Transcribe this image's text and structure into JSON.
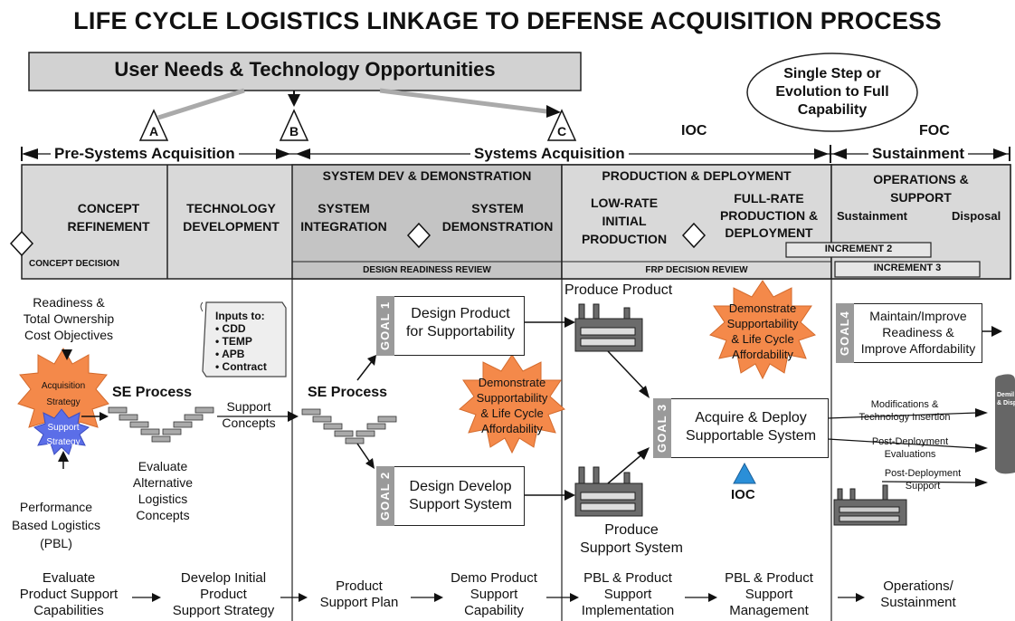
{
  "title": "LIFE CYCLE LOGISTICS LINKAGE TO DEFENSE ACQUISITION PROCESS",
  "user_needs": "User Needs & Technology Opportunities",
  "single_step": [
    "Single Step or",
    "Evolution to Full",
    "Capability"
  ],
  "milestones": {
    "a": "A",
    "b": "B",
    "c": "C"
  },
  "ioc_top": "IOC",
  "foc_top": "FOC",
  "phases": {
    "pre_systems": "Pre-Systems  Acquisition",
    "systems": "Systems  Acquisition",
    "sustainment": "Sustainment"
  },
  "blocks": {
    "concept_refinement": [
      "CONCEPT",
      "REFINEMENT"
    ],
    "concept_decision": "CONCEPT DECISION",
    "tech_dev": [
      "TECHNOLOGY",
      "DEVELOPMENT"
    ],
    "sdd_header": "SYSTEM DEV & DEMONSTRATION",
    "sys_integration": [
      "SYSTEM",
      "INTEGRATION"
    ],
    "sys_demonstration": [
      "SYSTEM",
      "DEMONSTRATION"
    ],
    "design_readiness": "DESIGN READINESS REVIEW",
    "pd_header": "PRODUCTION  & DEPLOYMENT",
    "lrip": [
      "LOW-RATE",
      "INITIAL",
      "PRODUCTION"
    ],
    "full_rate": [
      "FULL-RATE",
      "PRODUCTION  &",
      "DEPLOYMENT"
    ],
    "frp_review": "FRP DECISION REVIEW",
    "ops_support": [
      "OPERATIONS &",
      "SUPPORT"
    ],
    "sustainment_sub": "Sustainment",
    "disposal": "Disposal",
    "increment2": "INCREMENT 2",
    "increment3": "INCREMENT 3"
  },
  "left": {
    "readiness": [
      "Readiness &",
      "Total Ownership",
      "Cost Objectives"
    ],
    "acq_strategy": [
      "Acquisition",
      "Strategy"
    ],
    "support_strategy": [
      "Support",
      "Strategy"
    ],
    "pbl": [
      "Performance",
      "Based Logistics",
      "(PBL)"
    ],
    "se_process_1": "SE Process",
    "evaluate_alt": [
      "Evaluate",
      "Alternative",
      "Logistics",
      "Concepts"
    ],
    "inputs_title": "Inputs to:",
    "inputs": [
      "• CDD",
      "• TEMP",
      "• APB",
      "• Contract"
    ],
    "support_concepts": [
      "Support",
      "Concepts"
    ]
  },
  "middle": {
    "se_process_2": "SE Process",
    "goal1_tab": "GOAL 1",
    "goal1": [
      "Design Product",
      "for Supportability"
    ],
    "goal2_tab": "GOAL 2",
    "goal2": [
      "Design Develop",
      "Support System"
    ],
    "demo_burst_1": [
      "Demonstrate",
      "Supportability",
      "& Life Cycle",
      "Affordability"
    ]
  },
  "right": {
    "produce_product": "Produce Product",
    "produce_support": [
      "Produce",
      "Support System"
    ],
    "demo_burst_2": [
      "Demonstrate",
      "Supportability",
      "& Life Cycle",
      "Affordability"
    ],
    "goal3_tab": "GOAL 3",
    "goal3": [
      "Acquire & Deploy",
      "Supportable System"
    ],
    "ioc_bottom": "IOC",
    "goal4_tab": "GOAL4",
    "goal4": [
      "Maintain/Improve",
      "Readiness &",
      "Improve Affordability"
    ],
    "mods": [
      "Modifications &",
      "Technology Insertion"
    ],
    "post_eval": [
      "Post-Deployment",
      "Evaluations"
    ],
    "post_support": [
      "Post-Deployment",
      "Support"
    ],
    "disposal_cut": [
      "Demil",
      "& Dispo"
    ]
  },
  "bottom_row": [
    [
      "Evaluate",
      "Product Support",
      "Capabilities"
    ],
    [
      "Develop Initial",
      "Product",
      "Support Strategy"
    ],
    [
      "Product",
      "Support  Plan"
    ],
    [
      "Demo Product",
      "Support",
      "Capability"
    ],
    [
      "PBL & Product",
      "Support",
      "Implementation"
    ],
    [
      "PBL & Product",
      "Support",
      "Management"
    ],
    [
      "Operations/",
      "Sustainment"
    ]
  ],
  "colors": {
    "burst": "#f4894a",
    "support_burst": "#5b6ee8",
    "ioc_triangle": "#2a8fd8",
    "grey_fill": "#d2d2d2",
    "goal_tab": "#9a9a9a"
  }
}
